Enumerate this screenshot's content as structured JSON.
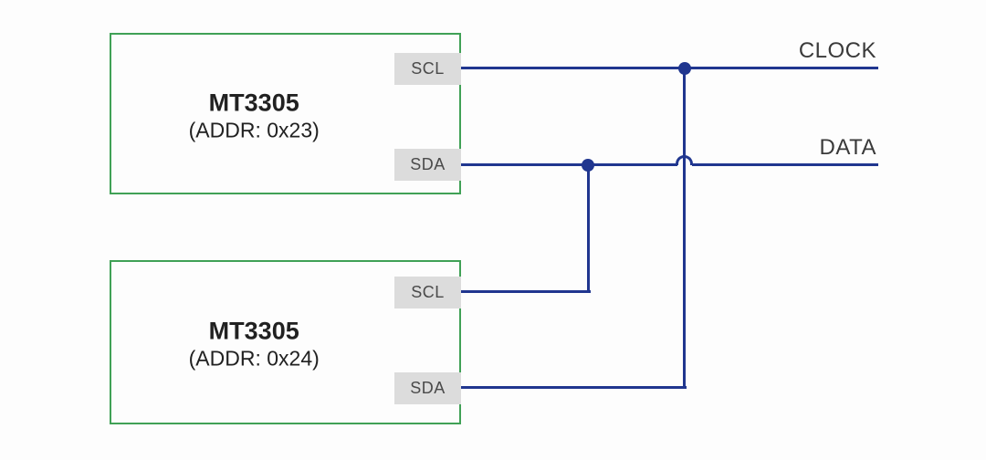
{
  "colors": {
    "bg": "#fdfdfd",
    "wire": "#20368f",
    "chipBorder": "#40a156",
    "chipBg": "#fdfdfd",
    "pinBg": "#dcdcdc",
    "pinText": "#4a4a4a",
    "chipText": "#212121",
    "netText": "#3a3a3a"
  },
  "diagram": {
    "chips": [
      {
        "name": "MT3305",
        "address": "(ADDR: 0x23)",
        "pins": [
          {
            "label": "SCL"
          },
          {
            "label": "SDA"
          }
        ]
      },
      {
        "name": "MT3305",
        "address": "(ADDR: 0x24)",
        "pins": [
          {
            "label": "SCL"
          },
          {
            "label": "SDA"
          }
        ]
      }
    ],
    "nets": [
      {
        "label": "CLOCK"
      },
      {
        "label": "DATA"
      }
    ]
  }
}
